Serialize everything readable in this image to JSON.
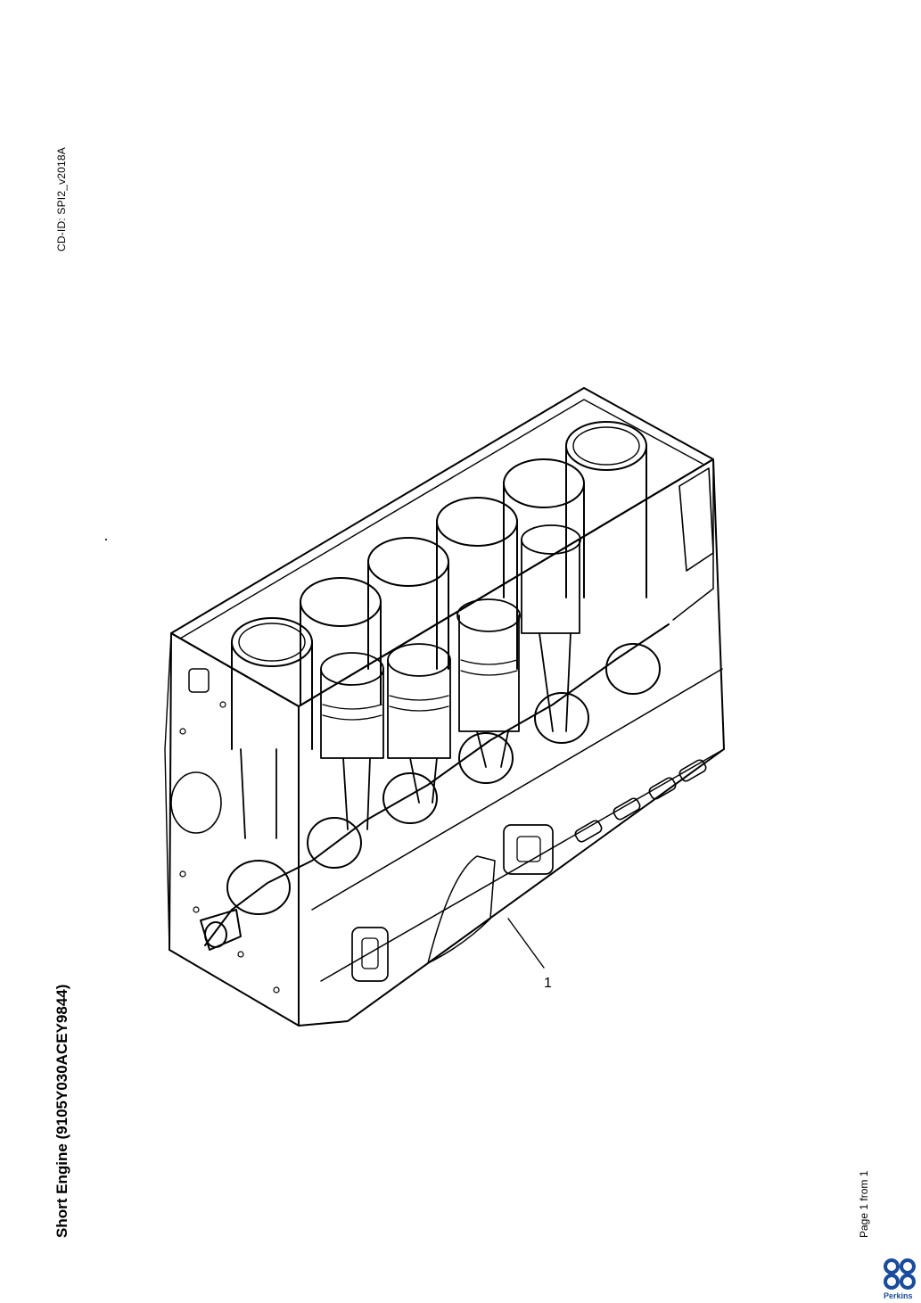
{
  "header": {
    "cd_id": "CD-ID: SPI2_v2018A"
  },
  "document": {
    "title": "Short Engine (9105Y030ACEY9844)",
    "page_info": "Page 1 from 1"
  },
  "diagram": {
    "callouts": [
      {
        "label": "1"
      }
    ]
  },
  "logo": {
    "name": "Perkins",
    "icon": "perkins-logo-icon",
    "color": "#1a4c9c"
  }
}
